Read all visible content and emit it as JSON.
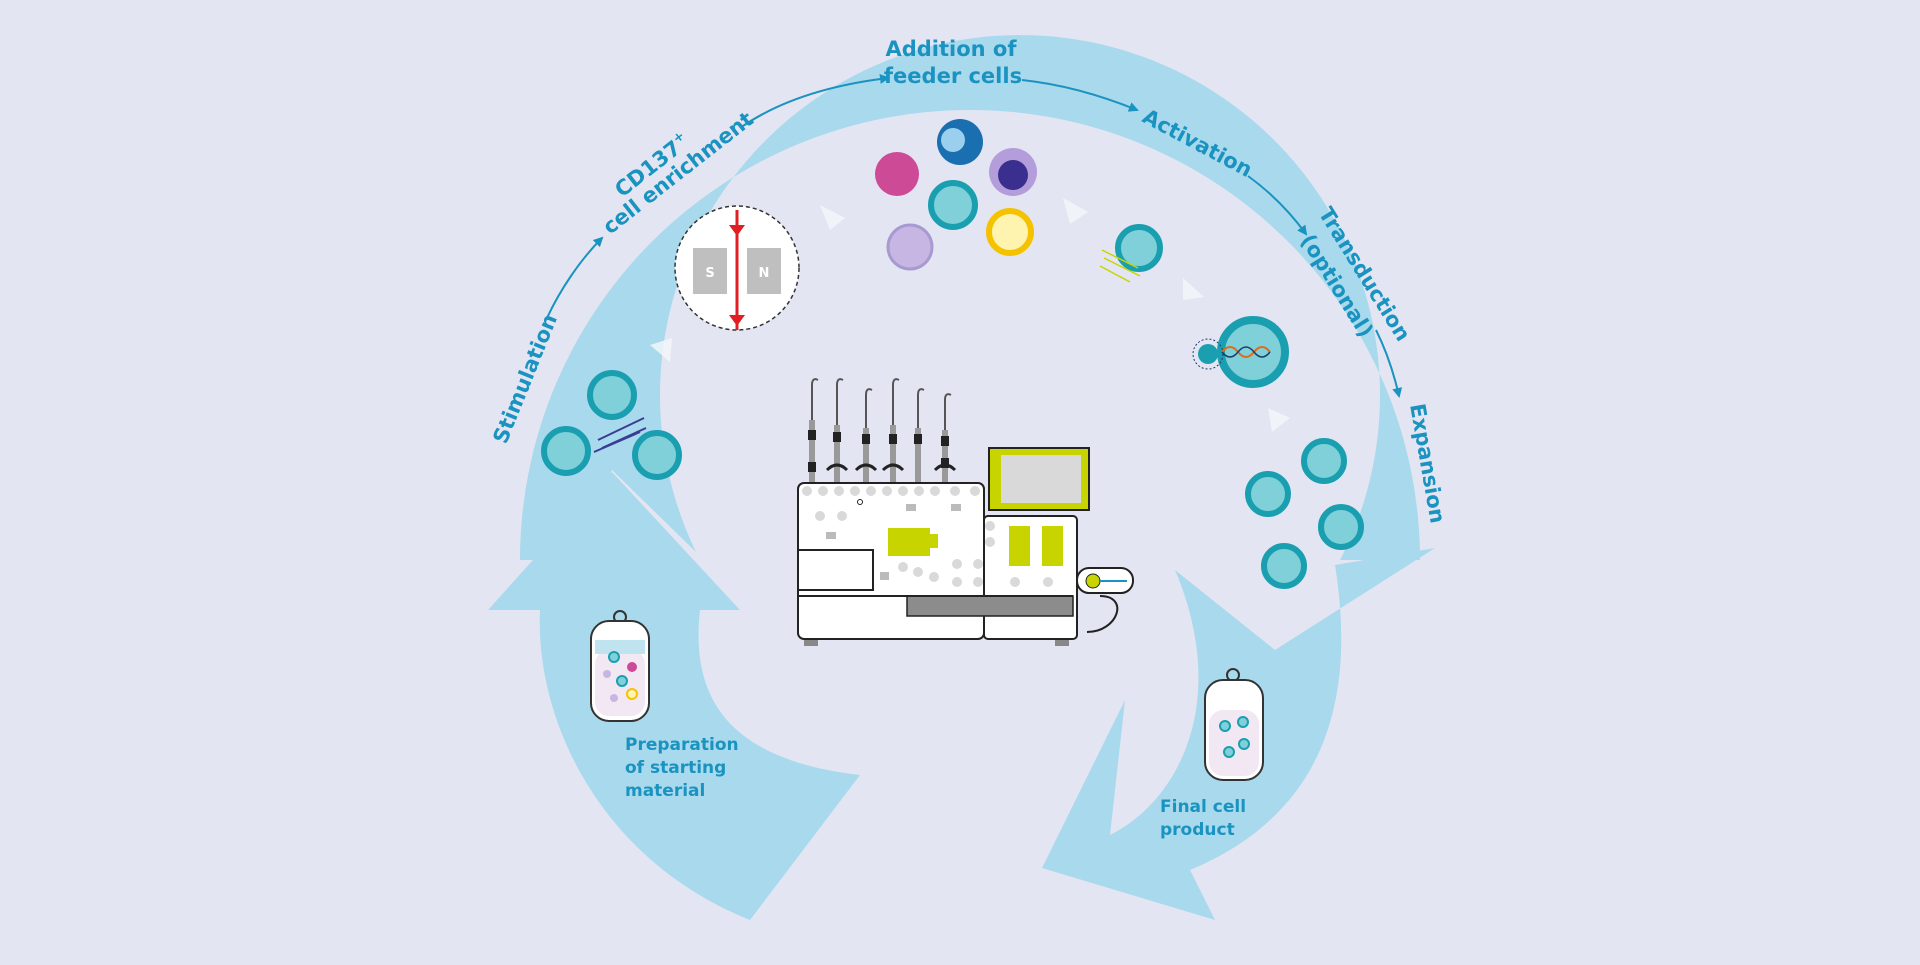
{
  "colors": {
    "background": "#e3e6f2",
    "ring": "#a9d9ec",
    "label": "#1a93c0",
    "cell_teal": "#1a9fb0",
    "cell_fill": "#7fd0d8",
    "accent_green": "#c8d400",
    "magnet_arrow": "#e01e24"
  },
  "labels": {
    "stimulation": "Stimulation",
    "cd137_line1": "CD137",
    "cd137_sup": "+",
    "cd137_line2": "cell enrichment",
    "feeder_line1": "Addition of",
    "feeder_line2": "feeder cells",
    "activation": "Activation",
    "transduction_line1": "Transduction",
    "transduction_line2": "(optional)",
    "expansion": "Expansion",
    "preparation_line1": "Preparation",
    "preparation_line2": "of starting",
    "preparation_line3": "material",
    "final_line1": "Final cell",
    "final_line2": "product"
  },
  "magnet": {
    "south": "S",
    "north": "N"
  }
}
